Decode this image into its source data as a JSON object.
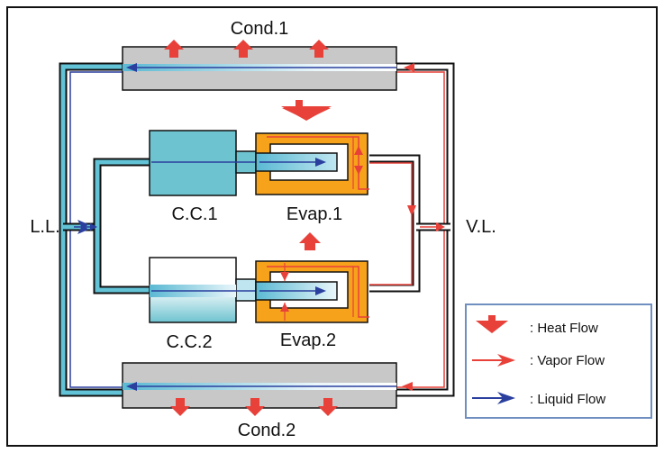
{
  "labels": {
    "cond1": "Cond.1",
    "cond2": "Cond.2",
    "cc1": "C.C.1",
    "cc2": "C.C.2",
    "evap1": "Evap.1",
    "evap2": "Evap.2",
    "ll": "L.L.",
    "vl": "V.L."
  },
  "legend": {
    "heat": ": Heat  Flow",
    "vapor": ": Vapor  Flow",
    "liquid": ": Liquid  Flow"
  },
  "colors": {
    "heat": "#e8413a",
    "vapor": "#e8413a",
    "liquid": "#2a3f9e",
    "liquid_fill": "#62c3d6",
    "compensation": "#6ec3d0",
    "evaporator": "#f7a21b",
    "condenser": "#c8c8c8",
    "legend_border": "#6f8fc0"
  }
}
